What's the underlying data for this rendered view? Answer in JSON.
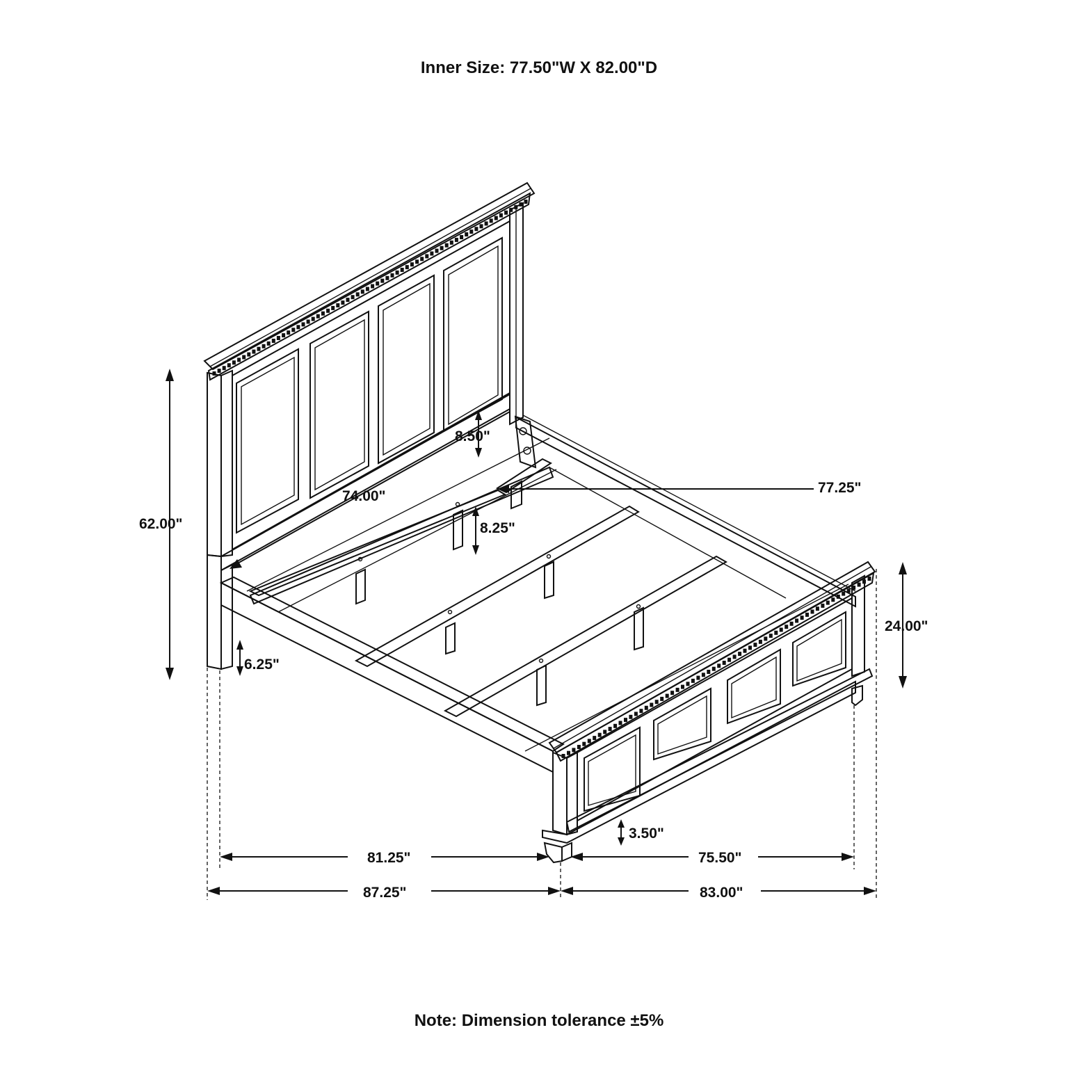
{
  "title": "Inner Size: 77.50\"W X 82.00\"D",
  "note": "Note: Dimension tolerance ±5%",
  "dimensions": {
    "headboard_height": "62.00\"",
    "footboard_height": "24.00\"",
    "rail_height_front": "8.50\"",
    "rail_to_floor_center": "8.25\"",
    "leg_height": "6.25\"",
    "foot_height": "3.50\"",
    "inner_width_headboard": "74.00\"",
    "inner_length": "77.25\"",
    "side_length": "81.25\"",
    "overall_length": "87.25\"",
    "footboard_inner_width": "75.50\"",
    "overall_width": "83.00\""
  }
}
